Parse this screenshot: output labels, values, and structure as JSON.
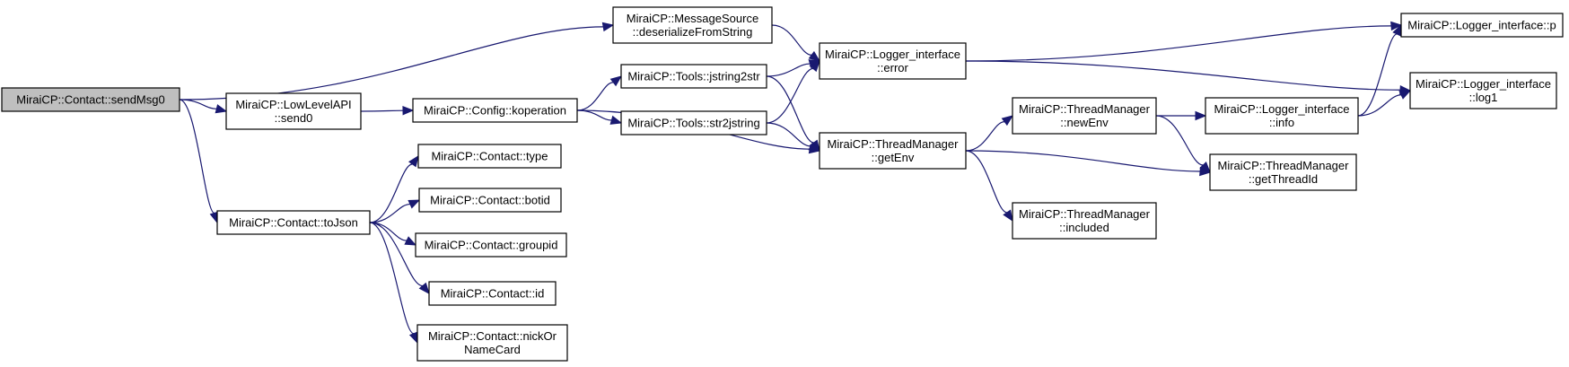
{
  "graph": {
    "root": "MiraiCP::Contact::sendMsg0",
    "nodes": {
      "sendMsg0": [
        "MiraiCP::Contact::sendMsg0"
      ],
      "deserialize": [
        "MiraiCP::MessageSource",
        "::deserializeFromString"
      ],
      "send0": [
        "MiraiCP::LowLevelAPI",
        "::send0"
      ],
      "koperation": [
        "MiraiCP::Config::koperation"
      ],
      "jstring2str": [
        "MiraiCP::Tools::jstring2str"
      ],
      "str2jstring": [
        "MiraiCP::Tools::str2jstring"
      ],
      "error": [
        "MiraiCP::Logger_interface",
        "::error"
      ],
      "getEnv": [
        "MiraiCP::ThreadManager",
        "::getEnv"
      ],
      "newEnv": [
        "MiraiCP::ThreadManager",
        "::newEnv"
      ],
      "included": [
        "MiraiCP::ThreadManager",
        "::included"
      ],
      "info": [
        "MiraiCP::Logger_interface",
        "::info"
      ],
      "getThreadId": [
        "MiraiCP::ThreadManager",
        "::getThreadId"
      ],
      "p": [
        "MiraiCP::Logger_interface::p"
      ],
      "log1": [
        "MiraiCP::Logger_interface",
        "::log1"
      ],
      "toJson": [
        "MiraiCP::Contact::toJson"
      ],
      "type": [
        "MiraiCP::Contact::type"
      ],
      "botid": [
        "MiraiCP::Contact::botid"
      ],
      "groupid": [
        "MiraiCP::Contact::groupid"
      ],
      "id": [
        "MiraiCP::Contact::id"
      ],
      "nickOrNameCard": [
        "MiraiCP::Contact::nickOr",
        "NameCard"
      ]
    },
    "edges": [
      [
        "sendMsg0",
        "deserialize"
      ],
      [
        "sendMsg0",
        "send0"
      ],
      [
        "sendMsg0",
        "toJson"
      ],
      [
        "deserialize",
        "error"
      ],
      [
        "send0",
        "koperation"
      ],
      [
        "koperation",
        "jstring2str"
      ],
      [
        "koperation",
        "str2jstring"
      ],
      [
        "koperation",
        "getEnv"
      ],
      [
        "jstring2str",
        "error"
      ],
      [
        "jstring2str",
        "getEnv"
      ],
      [
        "str2jstring",
        "error"
      ],
      [
        "str2jstring",
        "getEnv"
      ],
      [
        "error",
        "p"
      ],
      [
        "error",
        "log1"
      ],
      [
        "getEnv",
        "newEnv"
      ],
      [
        "getEnv",
        "getThreadId"
      ],
      [
        "getEnv",
        "included"
      ],
      [
        "newEnv",
        "info"
      ],
      [
        "newEnv",
        "getThreadId"
      ],
      [
        "info",
        "p"
      ],
      [
        "info",
        "log1"
      ],
      [
        "toJson",
        "type"
      ],
      [
        "toJson",
        "botid"
      ],
      [
        "toJson",
        "groupid"
      ],
      [
        "toJson",
        "id"
      ],
      [
        "toJson",
        "nickOrNameCard"
      ]
    ],
    "colors": {
      "edge": "#191970",
      "node_border": "#000000",
      "node_fill": "#ffffff",
      "root_fill": "#bfbfbf"
    }
  }
}
